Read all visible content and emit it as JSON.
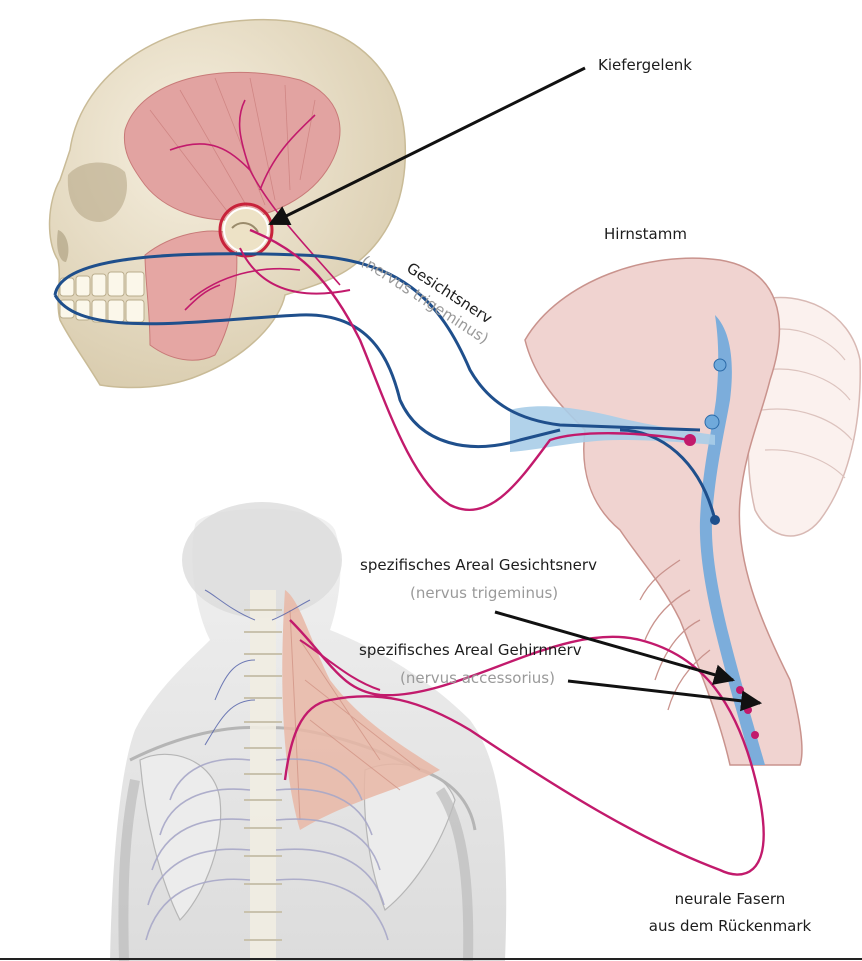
{
  "labels": {
    "kiefergelenk": "Kiefergelenk",
    "hirnstamm": "Hirnstamm",
    "gesichtsnerv": "Gesichtsnerv",
    "gesichtsnerv_latin": "(nervus trigeminus)",
    "areal_gesichtsnerv": "spezifisches Areal Gesichtsnerv",
    "areal_gesichtsnerv_latin": "(nervus trigeminus)",
    "areal_gehirnnerv": "spezifisches Areal Gehirnnerv",
    "areal_gehirnnerv_latin": "(nervus accessorius)",
    "fasern_line1": "neurale Fasern",
    "fasern_line2": "aus dem Rückenmark"
  },
  "colors": {
    "skull": "#ece3cd",
    "muscle": "#e2a3a1",
    "brainstem": "#f0d3d0",
    "cerebellum": "#fbf1ee",
    "nerve_blue": "#1f4f8c",
    "nerve_magenta": "#c21a6c",
    "nerve_core": "#6fa9db",
    "arrow": "#111111",
    "label_gray": "#9a9a9a",
    "body_gray": "#e4e4e4"
  }
}
